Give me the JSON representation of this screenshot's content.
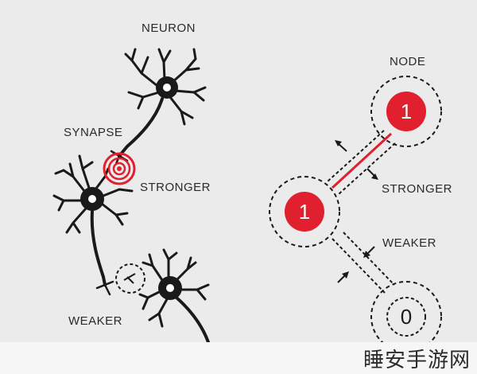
{
  "labels": {
    "neuron": "NEURON",
    "synapse": "SYNAPSE",
    "stronger_left": "STRONGER",
    "weaker_left": "WEAKER",
    "node": "NODE",
    "stronger_right": "STRONGER",
    "weaker_right": "WEAKER"
  },
  "nodes": {
    "top": "1",
    "middle": "1",
    "bottom": "0"
  },
  "watermark": "睡安手游网",
  "colors": {
    "background": "#ebebeb",
    "accent_red": "#e0202e",
    "ink": "#1a1a1a"
  }
}
